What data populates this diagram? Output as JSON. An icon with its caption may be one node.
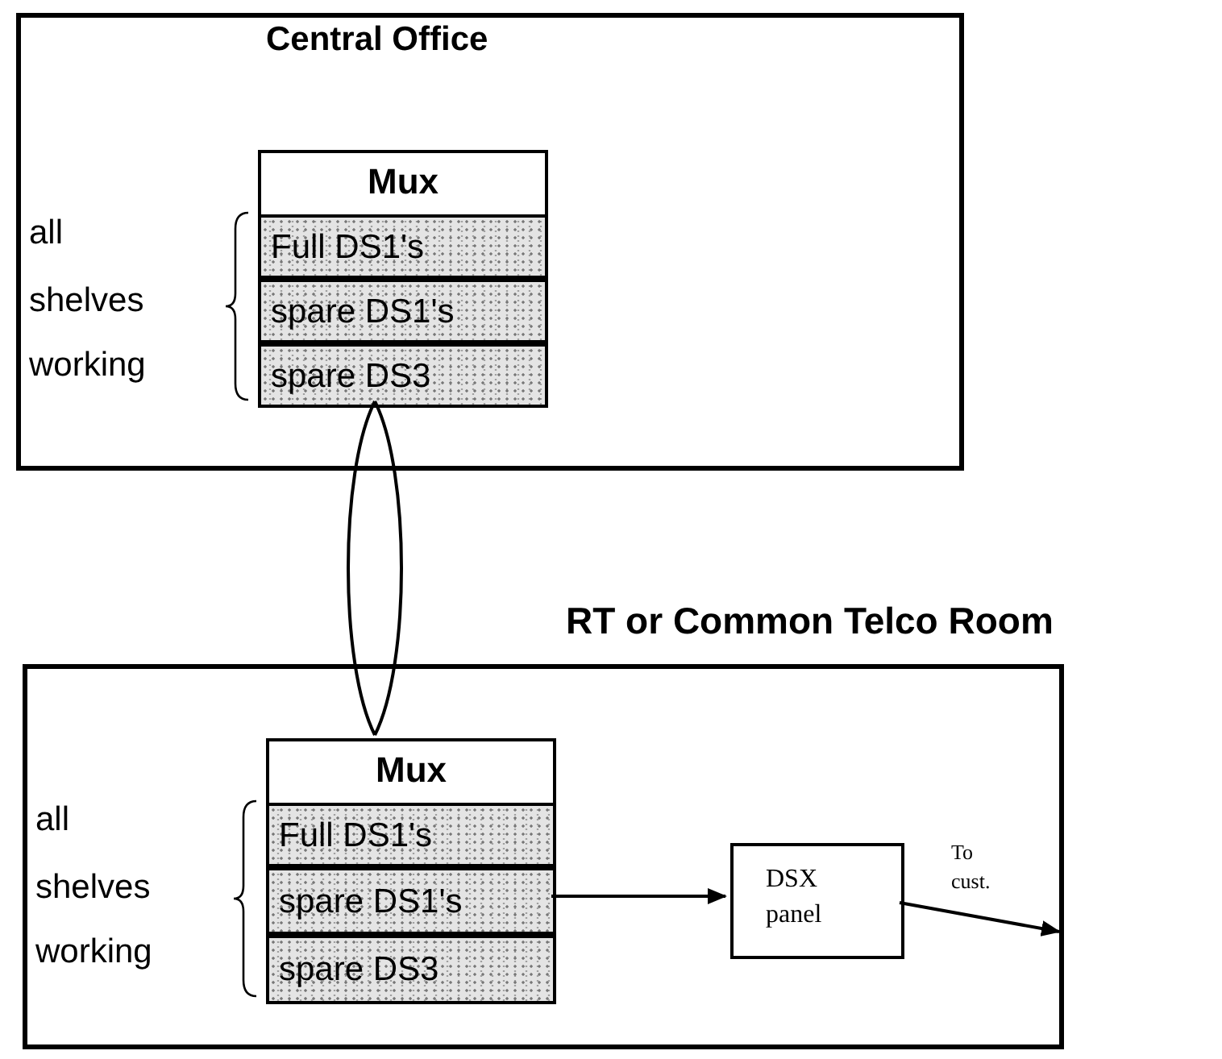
{
  "diagram": {
    "nodes": [
      {
        "text": [
          "Central Office"
        ]
      },
      {
        "text": [
          "Mux"
        ],
        "in": 0
      },
      {
        "text": [
          "Full DS1's"
        ],
        "in": 1
      },
      {
        "text": [
          "spare DS1's"
        ],
        "in": 1
      },
      {
        "text": [
          "spare DS3"
        ],
        "in": 1
      },
      {
        "text": [
          "RT or Common Telco Room"
        ]
      },
      {
        "text": [
          "Mux"
        ],
        "in": 5
      },
      {
        "text": [
          "Full DS1's"
        ],
        "in": 6
      },
      {
        "text": [
          "spare DS1's"
        ],
        "in": 6
      },
      {
        "text": [
          "spare DS3"
        ],
        "in": 6
      },
      {
        "text": [
          "DSX panel"
        ],
        "in": 5
      }
    ],
    "edges": [
      {
        "from": 4,
        "to": 6,
        "arrow": "none"
      },
      {
        "from": 8,
        "to": 10,
        "arrow": "to"
      },
      {
        "from": 10,
        "to": null,
        "arrow": "to",
        "label": "To cust."
      }
    ],
    "labels": [
      "all",
      "shelves",
      "working",
      "all",
      "shelves",
      "working"
    ]
  }
}
